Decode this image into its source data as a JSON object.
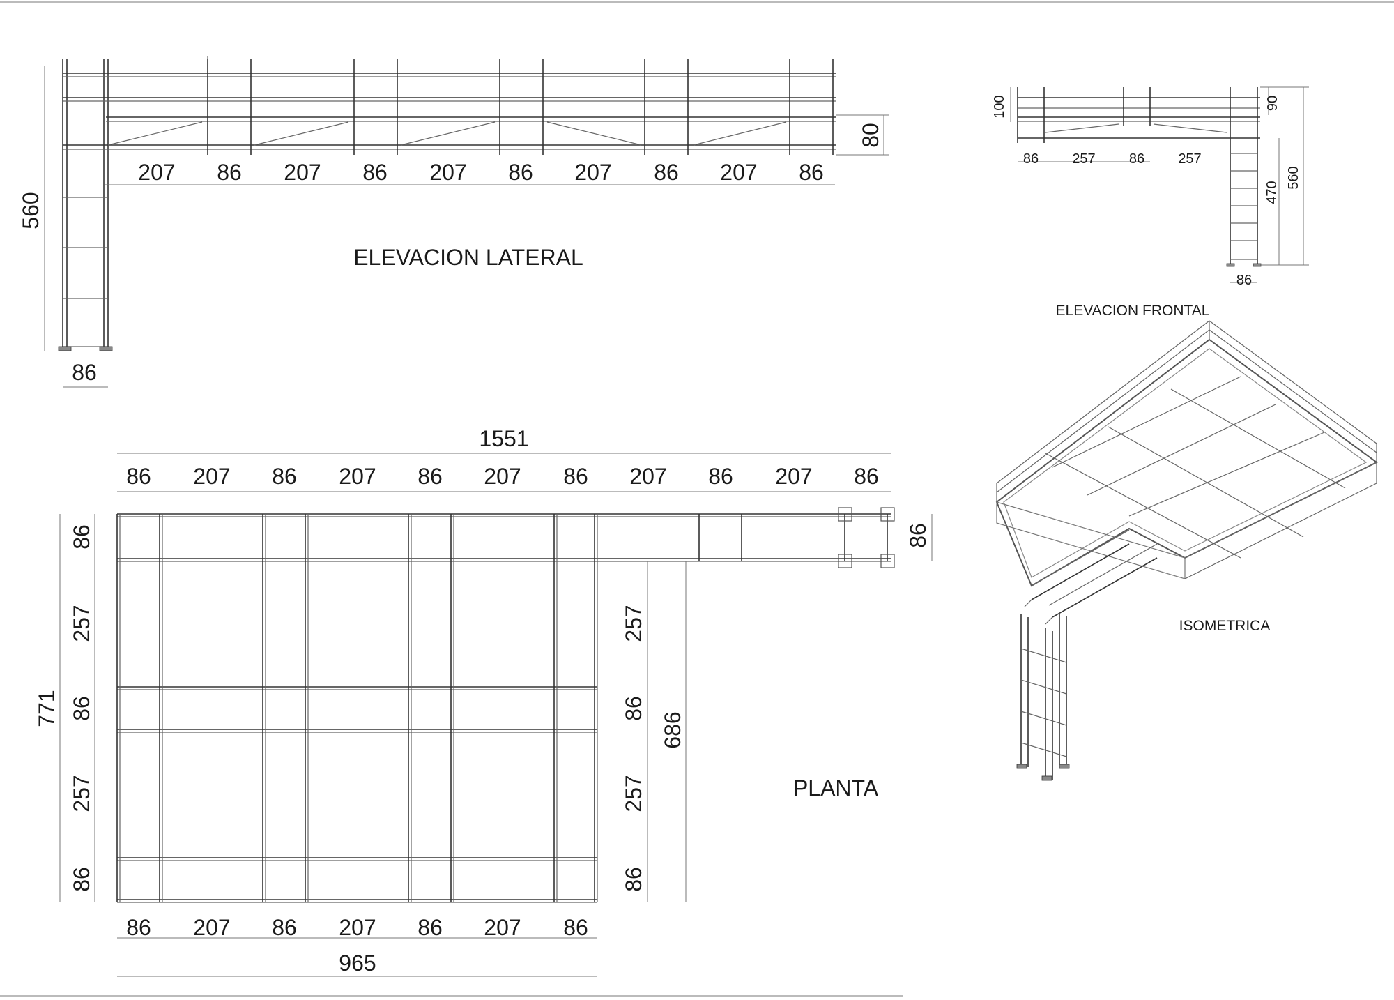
{
  "views": {
    "side_title": "ELEVACION LATERAL",
    "front_title": "ELEVACION FRONTAL",
    "iso_title": "ISOMETRICA",
    "plan_title": "PLANTA"
  },
  "side": {
    "spans": [
      "207",
      "86",
      "207",
      "86",
      "207",
      "86",
      "207",
      "86",
      "207",
      "86"
    ],
    "height": "560",
    "rail": "80",
    "leg_width": "86"
  },
  "front": {
    "left_height": "100",
    "rail": "90",
    "height": "560",
    "leg_height": "470",
    "spans": [
      "86",
      "257",
      "86",
      "257"
    ],
    "leg_width": "86"
  },
  "plan": {
    "total_top": "1551",
    "top_spans": [
      "86",
      "207",
      "86",
      "207",
      "86",
      "207",
      "86",
      "207",
      "86",
      "207",
      "86"
    ],
    "end_depth": "86",
    "total_left": "771",
    "left_spans": [
      "86",
      "257",
      "86",
      "257",
      "86"
    ],
    "right_spans": [
      "257",
      "86",
      "257",
      "86"
    ],
    "right_total": "686",
    "bottom_spans": [
      "86",
      "207",
      "86",
      "207",
      "86",
      "207",
      "86"
    ],
    "total_bottom": "965"
  }
}
